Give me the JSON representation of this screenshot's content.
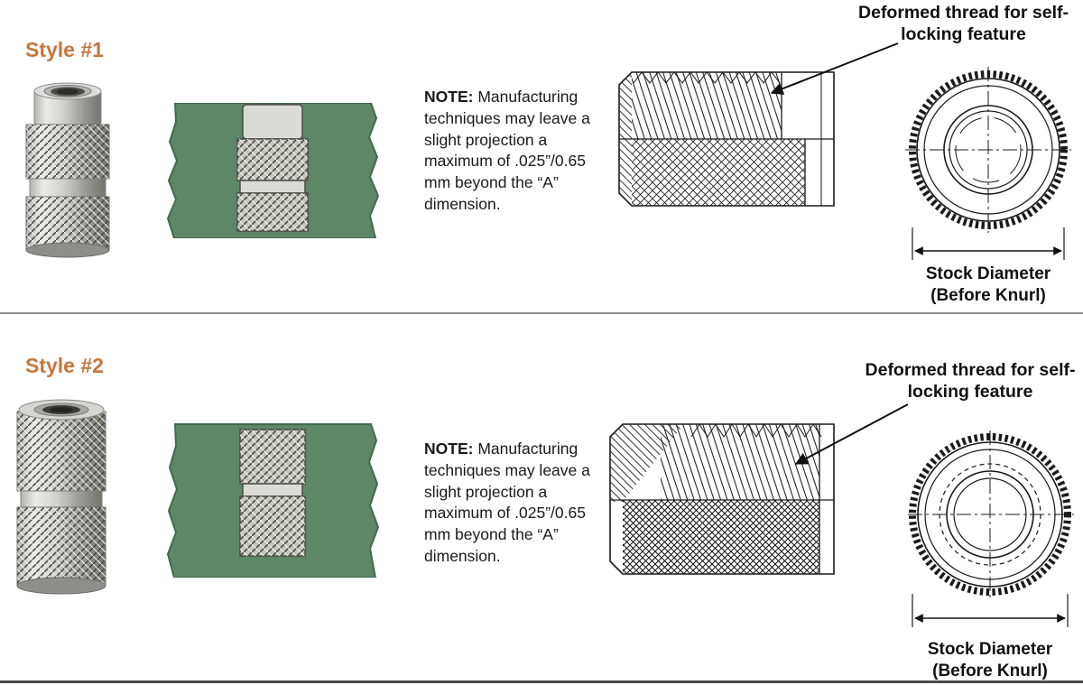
{
  "page": {
    "background": "#ffffff"
  },
  "colors": {
    "style_heading": "#c4773c",
    "panel_green": "#5d8767",
    "drawing_line": "#1a1a1a"
  },
  "sections": [
    {
      "id": "style-1",
      "heading": "Style #1",
      "note": {
        "label": "NOTE:",
        "text": "Manufacturing techniques may leave a slight projection a maximum of .025”/0.65 mm beyond the “A” dimension."
      },
      "callout": "Deformed thread for self-locking feature",
      "stock_diameter": {
        "line1": "Stock Diameter",
        "line2": "(Before Knurl)"
      }
    },
    {
      "id": "style-2",
      "heading": "Style #2",
      "note": {
        "label": "NOTE:",
        "text": "Manufacturing techniques may leave a slight projection a maximum of .025”/0.65 mm beyond the “A” dimension."
      },
      "callout": "Deformed thread for self-locking feature",
      "stock_diameter": {
        "line1": "Stock Diameter",
        "line2": "(Before Knurl)"
      }
    }
  ]
}
